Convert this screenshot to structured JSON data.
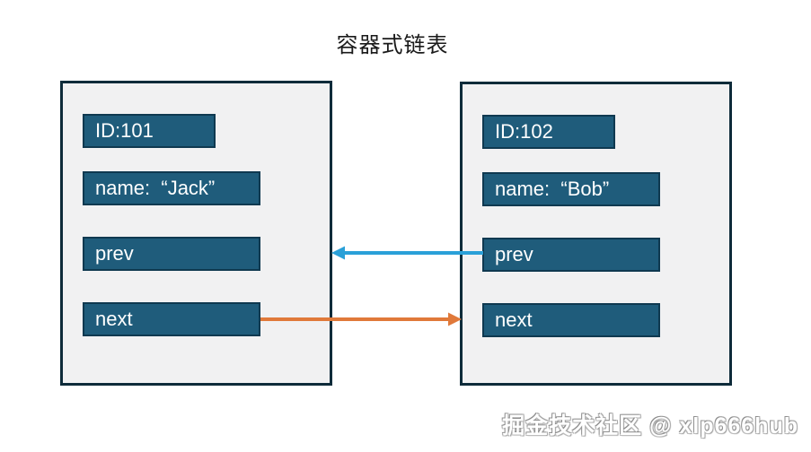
{
  "title": "容器式链表",
  "watermark": "掘金技术社区 @ xlp666hub",
  "colors": {
    "canvas_bg": "#ffffff",
    "container_fill": "#f1f1f2",
    "container_border": "#0e2b3a",
    "field_fill": "#1f5c7b",
    "field_border": "#0f3950",
    "field_text": "#ffffff",
    "arrow_blue": "#2aa0d8",
    "arrow_orange": "#e0793a",
    "title_text": "#1a1a1a"
  },
  "nodes": [
    {
      "id_label": "ID:101",
      "name_label": "name:  “Jack”",
      "prev_label": "prev",
      "next_label": "next"
    },
    {
      "id_label": "ID:102",
      "name_label": "name:  “Bob”",
      "prev_label": "prev",
      "next_label": "next"
    }
  ],
  "arrows": [
    {
      "name": "prev-pointer",
      "from": "node2.prev",
      "to": "node1",
      "color": "#2aa0d8",
      "direction": "right-to-left"
    },
    {
      "name": "next-pointer",
      "from": "node1.next",
      "to": "node2",
      "color": "#e0793a",
      "direction": "left-to-right"
    }
  ]
}
